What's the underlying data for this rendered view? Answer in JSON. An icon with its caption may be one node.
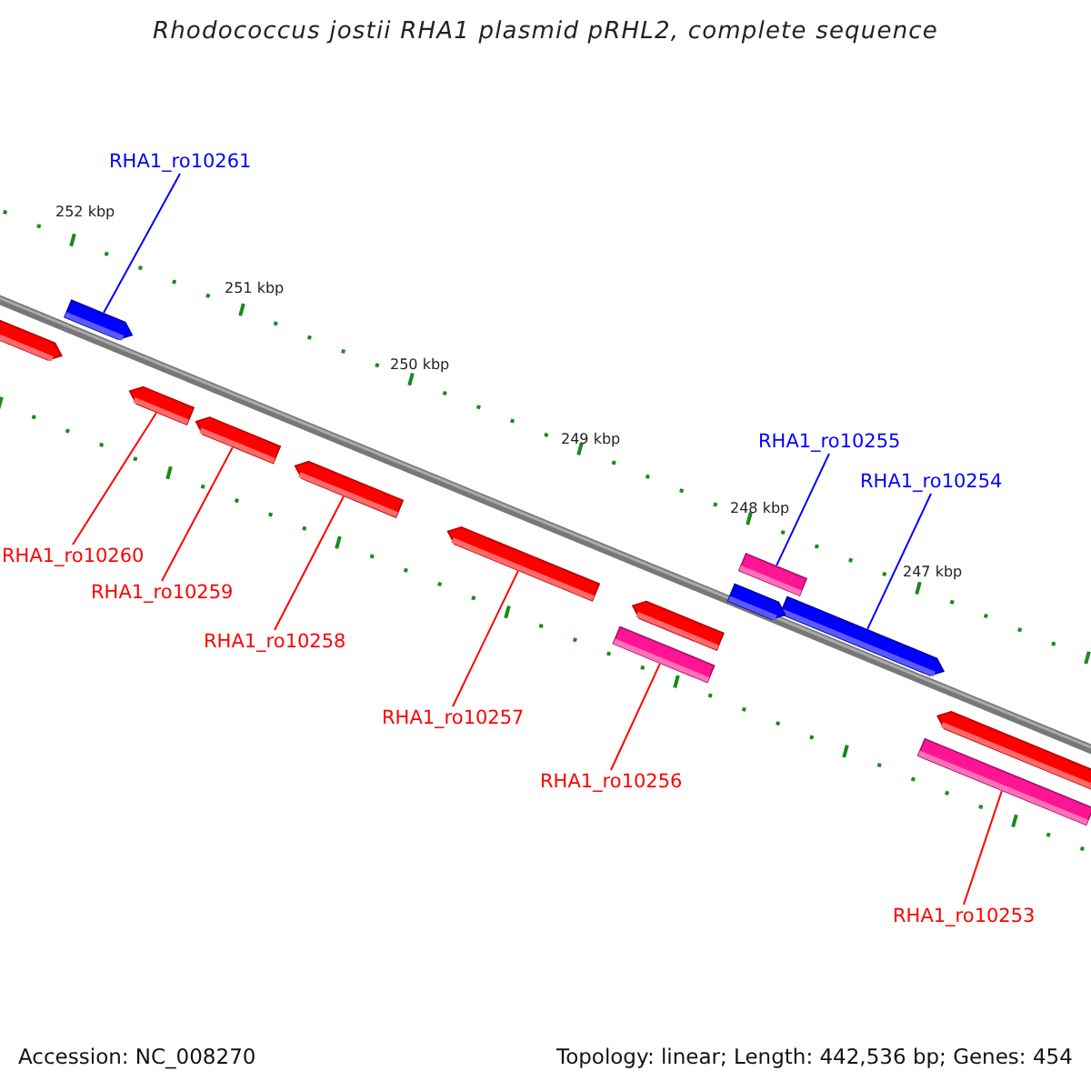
{
  "diagram": {
    "title": "Rhodococcus jostii RHA1 plasmid pRHL2, complete sequence",
    "nodes": [
      {
        "text": [
          "RHA1_ro10261"
        ]
      },
      {
        "text": [],
        "shape": "arrow"
      },
      {
        "text": [
          "RHA1_ro10260"
        ]
      },
      {
        "text": [],
        "shape": "arrow"
      },
      {
        "text": [
          "RHA1_ro10259"
        ]
      },
      {
        "text": [],
        "shape": "arrow"
      },
      {
        "text": [
          "RHA1_ro10258"
        ]
      },
      {
        "text": [],
        "shape": "arrow"
      },
      {
        "text": [
          "RHA1_ro10257"
        ]
      },
      {
        "text": [],
        "shape": "arrow"
      },
      {
        "text": [
          "RHA1_ro10256"
        ]
      },
      {
        "text": [],
        "shape": "bar"
      },
      {
        "text": [
          "RHA1_ro10255"
        ]
      },
      {
        "text": [],
        "shape": "bar"
      },
      {
        "text": [
          "RHA1_ro10254"
        ]
      },
      {
        "text": [],
        "shape": "arrow"
      },
      {
        "text": [
          "RHA1_ro10253"
        ]
      },
      {
        "text": [],
        "shape": "bar"
      },
      {
        "text": [],
        "shape": "arrow"
      },
      {
        "text": [],
        "shape": "arrow"
      },
      {
        "text": [],
        "shape": "arrow"
      },
      {
        "text": [],
        "shape": "arrow"
      }
    ],
    "edges": [
      {
        "from": 0,
        "to": 1,
        "arrow": "none",
        "color": "#0000ff"
      },
      {
        "from": 2,
        "to": 3,
        "arrow": "none"
      },
      {
        "from": 4,
        "to": 5,
        "arrow": "none"
      },
      {
        "from": 6,
        "to": 7,
        "arrow": "none"
      },
      {
        "from": 8,
        "to": 9,
        "arrow": "none"
      },
      {
        "from": 10,
        "to": 11,
        "arrow": "none"
      },
      {
        "from": 12,
        "to": 13,
        "arrow": "none",
        "color": "#0000ff"
      },
      {
        "from": 14,
        "to": 15,
        "arrow": "none",
        "color": "#0000ff"
      },
      {
        "from": 16,
        "to": 17,
        "arrow": "none"
      }
    ],
    "labels": [
      "252 kbp",
      "251 kbp",
      "250 kbp",
      "249 kbp",
      "248 kbp",
      "247 kbp",
      "Accession: NC_008270",
      "Topology: linear; Length: 442,536 bp; Genes: 454"
    ]
  }
}
